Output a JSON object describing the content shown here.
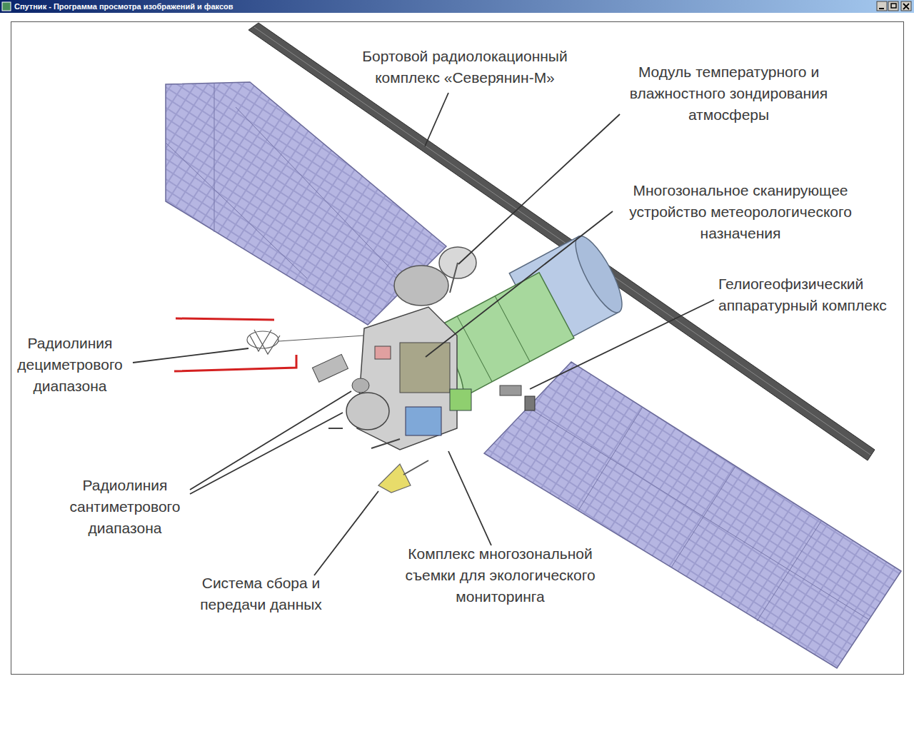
{
  "diagram": {
    "labels": [
      "Спутник - Программа просмотра изображений и факсов",
      "Бортовой радиолокационный комплекс «Северянин-М»",
      "Модуль температурного и влажностного зондирования атмосферы",
      "Многозональное сканирующее устройство метеорологического назначения",
      "Гелиогеофизический аппаратурный комплекс",
      "Радиолиния дециметрового диапазона",
      "Радиолиния сантиметрового диапазона",
      "Система сбора и передачи данных",
      "Комплекс многозональной съемки для экологического мониторинга"
    ]
  }
}
